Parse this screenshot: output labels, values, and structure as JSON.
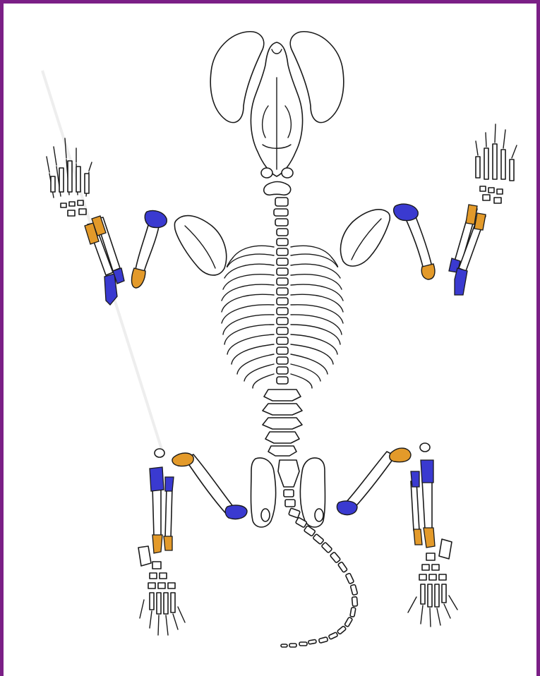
{
  "colors": {
    "frame": "#7b1f86",
    "outline": "#1a1a1a",
    "bone_fill": "#ffffff",
    "proximal_epiphysis": "#3a3ad0",
    "distal_epiphysis": "#e39a2a"
  },
  "image": {
    "subject": "skeleton-diagram",
    "highlight_colors": [
      "blue",
      "orange"
    ]
  }
}
